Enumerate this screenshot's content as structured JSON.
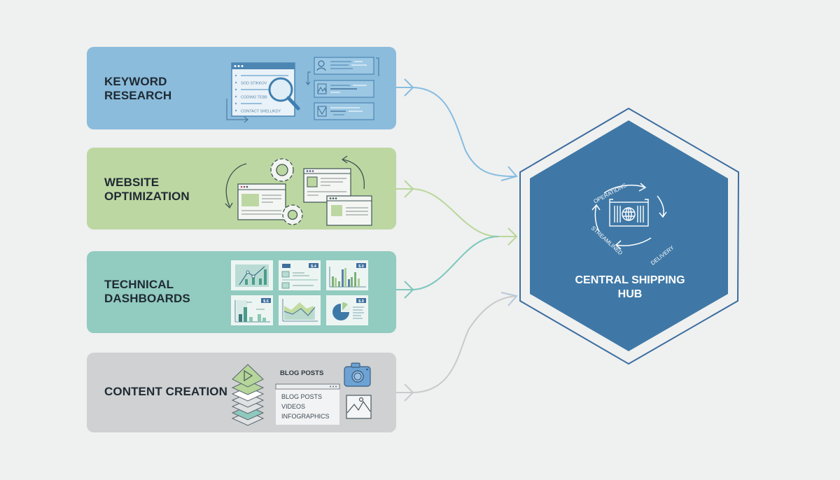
{
  "diagram": {
    "title": "Central Shipping Hub flow",
    "background": "#eff0f0"
  },
  "inputs": [
    {
      "id": "keyword-research",
      "title_lines": [
        "KEYWORD",
        "RESEARCH"
      ],
      "color": "#8bbcdc",
      "connector_color": "#86bde0",
      "art": {
        "list_items": [
          "SOD STIKKOV",
          "CODING TEBB",
          "CONTACT SHELUKDY"
        ]
      }
    },
    {
      "id": "website-optimization",
      "title_lines": [
        "WEBSITE",
        "OPTIMIZATION"
      ],
      "color": "#bdd7a2",
      "connector_color": "#b9d79b"
    },
    {
      "id": "technical-dashboards",
      "title_lines": [
        "TECHNICAL",
        "DASHBOARDS"
      ],
      "color": "#92cbc0",
      "connector_color": "#7ec7bc",
      "art": {
        "badges": [
          "$.4",
          "$.0",
          "$.5",
          "$.9"
        ]
      }
    },
    {
      "id": "content-creation",
      "title_lines": [
        "CONTENT CREATION"
      ],
      "color": "#cfd1d2",
      "connector_color": "#c8cacc",
      "art": {
        "heading": "BLOG POSTS",
        "items": [
          "BLOG POSTS",
          "VIDEOS",
          "INFOGRAPHICS"
        ]
      }
    }
  ],
  "hub": {
    "title_lines": [
      "CENTRAL SHIPPING",
      "HUB"
    ],
    "fill": "#3f78a6",
    "outline": "#3c6ea0",
    "cycle_labels": [
      "OPERATIONS",
      "DELIVERY",
      "STREAMLINED"
    ]
  }
}
